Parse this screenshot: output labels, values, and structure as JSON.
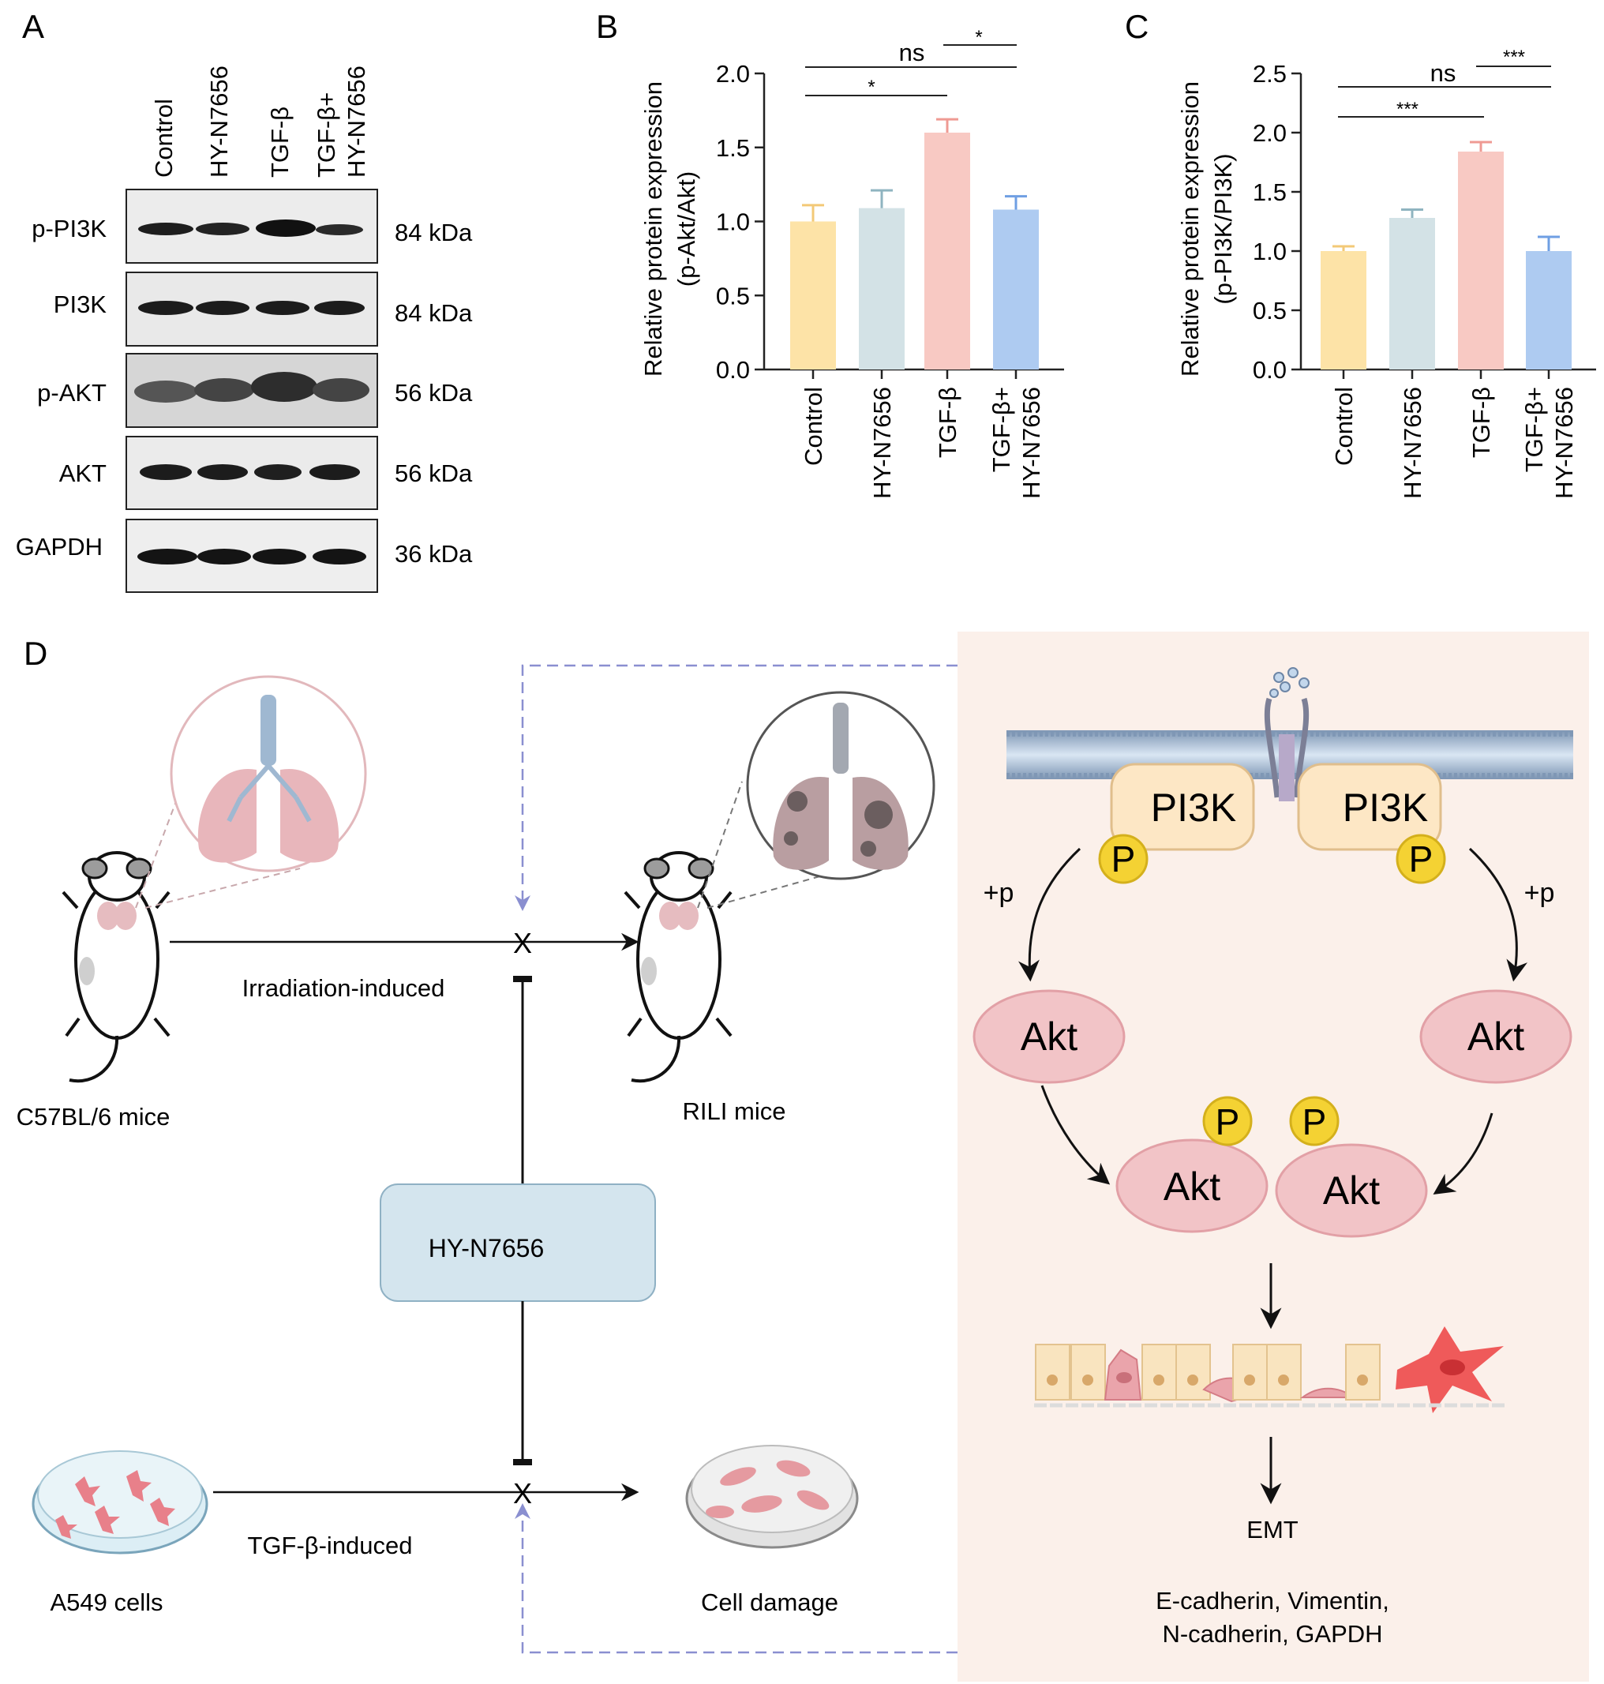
{
  "panels": {
    "a": {
      "letter": "A",
      "lanes": [
        {
          "label": "Control"
        },
        {
          "label": "HY-N7656"
        },
        {
          "label": "TGF-β"
        },
        {
          "line1": "TGF-β+",
          "line2": "HY-N7656"
        }
      ],
      "blots": [
        {
          "protein": "p-PI3K",
          "mw": "84 kDa"
        },
        {
          "protein": "PI3K",
          "mw": "84 kDa"
        },
        {
          "protein": "p-AKT",
          "mw": "56 kDa"
        },
        {
          "protein": "AKT",
          "mw": "56 kDa"
        },
        {
          "protein": "GAPDH",
          "mw": "36 kDa"
        }
      ]
    },
    "b": {
      "letter": "B",
      "ylabel_line1": "Relative protein expression",
      "ylabel_line2": "(p-Akt/Akt)",
      "sig": {
        "s1": "*",
        "s2": "ns",
        "s3": "*"
      }
    },
    "c": {
      "letter": "C",
      "ylabel_line1": "Relative protein expression",
      "ylabel_line2": "(p-PI3K/PI3K)",
      "sig": {
        "s1": "***",
        "s2": "ns",
        "s3": "***"
      }
    },
    "d": {
      "letter": "D",
      "mice_label": "C57BL/6 mice",
      "rili_label": "RILI mice",
      "irradiation_label": "Irradiation-induced",
      "drug_label": "HY-N7656",
      "a549_label": "A549 cells",
      "damage_label": "Cell damage",
      "tgf_label": "TGF-β-induced",
      "block_mark": "X",
      "pi3k": "PI3K",
      "p": "P",
      "plus_p": "+p",
      "akt": "Akt",
      "emt": "EMT",
      "markers_line1": "E-cadherin, Vimentin,",
      "markers_line2": "N-cadherin, GAPDH"
    }
  },
  "colors": {
    "control": "#fde3a7",
    "hy": "#d3e2e6",
    "tgf": "#f8c9c3",
    "combo": "#aecbf1",
    "pathway_bg": "#fbf0ea",
    "akt_fill": "#f2c4c7",
    "pi3k_fill": "#fde7c5",
    "p_fill": "#f4d233",
    "drug_box": "#d4e5ee",
    "dash": "#8a8fd0"
  },
  "chart_data": [
    {
      "type": "bar",
      "panel": "B",
      "categories": [
        "Control",
        "HY-N7656",
        "TGF-β",
        "TGF-β+ HY-N7656"
      ],
      "series": [
        {
          "values": [
            1.0,
            1.09,
            1.6,
            1.08
          ],
          "error": [
            0.11,
            0.12,
            0.09,
            0.09
          ]
        }
      ],
      "xlabel": "",
      "ylabel": "Relative protein expression (p-Akt/Akt)",
      "ylim": [
        0,
        2.0
      ],
      "yticks": [
        0.0,
        0.5,
        1.0,
        1.5,
        2.0
      ],
      "grid": false
    },
    {
      "type": "bar",
      "panel": "C",
      "categories": [
        "Control",
        "HY-N7656",
        "TGF-β",
        "TGF-β+ HY-N7656"
      ],
      "series": [
        {
          "values": [
            1.0,
            1.28,
            1.84,
            1.0
          ],
          "error": [
            0.04,
            0.07,
            0.08,
            0.12
          ]
        }
      ],
      "xlabel": "",
      "ylabel": "Relative protein expression (p-PI3K/PI3K)",
      "ylim": [
        0,
        2.5
      ],
      "yticks": [
        0.0,
        0.5,
        1.0,
        1.5,
        2.0,
        2.5
      ],
      "grid": false
    }
  ]
}
